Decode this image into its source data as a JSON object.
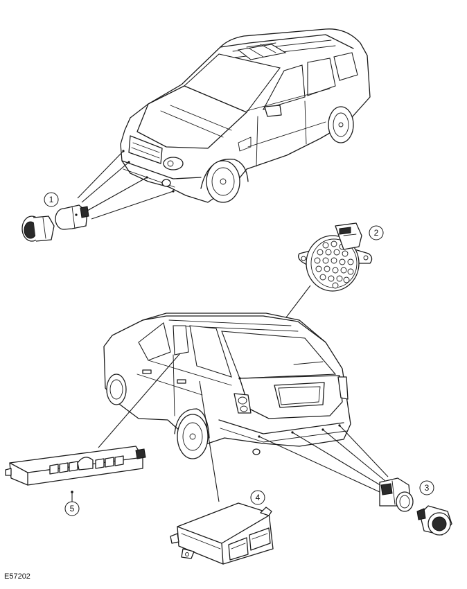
{
  "figure_id": "E57202",
  "callouts": [
    "1",
    "2",
    "3",
    "4",
    "5"
  ],
  "parts": [
    {
      "callout": "1",
      "icon": "front-parking-sensor-icon"
    },
    {
      "callout": "2",
      "icon": "parking-aid-sounder-icon"
    },
    {
      "callout": "3",
      "icon": "rear-parking-sensor-icon"
    },
    {
      "callout": "4",
      "icon": "parking-aid-control-module-icon"
    },
    {
      "callout": "5",
      "icon": "switch-pack-icon"
    }
  ]
}
